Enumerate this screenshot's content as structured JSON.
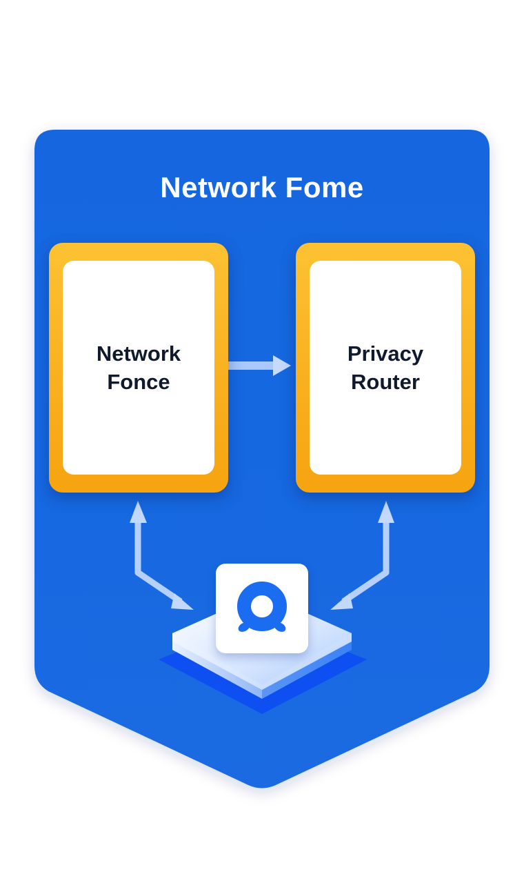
{
  "diagram": {
    "title": "Network Fome",
    "colors": {
      "panel": "#1a66e0",
      "card_border": "#f9b020",
      "card_fill": "#ffffff",
      "text_dark": "#101a2c",
      "arrow": "#b8d3fb",
      "hub_icon": "#1a6cf0"
    },
    "nodes": [
      {
        "id": "network-fonce",
        "label": "Network\nFonce",
        "lines": [
          "Network",
          "Fonce"
        ]
      },
      {
        "id": "privacy-router",
        "label": "Privacy\nRouter",
        "lines": [
          "Privacy",
          "Router"
        ]
      },
      {
        "id": "hub",
        "label": "",
        "icon": "privacy-hub-icon"
      }
    ],
    "edges": [
      {
        "from": "network-fonce",
        "to": "privacy-router",
        "direction": "forward"
      },
      {
        "from": "network-fonce",
        "to": "hub",
        "direction": "bidirectional"
      },
      {
        "from": "privacy-router",
        "to": "hub",
        "direction": "bidirectional"
      }
    ]
  }
}
